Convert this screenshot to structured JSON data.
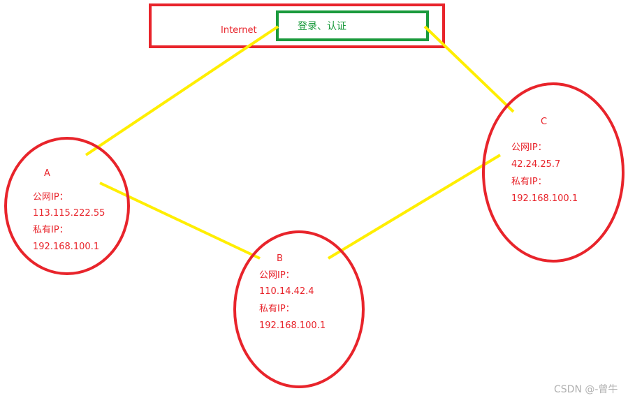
{
  "internet_box": {
    "label": "Internet",
    "auth_label": "登录、认证"
  },
  "nodes": [
    {
      "id": "A",
      "name": "A",
      "public_ip_label": "公网IP：",
      "public_ip": "113.115.222.55",
      "private_ip_label": "私有IP：",
      "private_ip": "192.168.100.1"
    },
    {
      "id": "B",
      "name": "B",
      "public_ip_label": "公网IP：",
      "public_ip": "110.14.42.4",
      "private_ip_label": "私有IP：",
      "private_ip": "192.168.100.1"
    },
    {
      "id": "C",
      "name": "C",
      "public_ip_label": "公网IP：",
      "public_ip": "42.24.25.7",
      "private_ip_label": "私有IP：",
      "private_ip": "192.168.100.1"
    }
  ],
  "colors": {
    "node_outline": "#e8242b",
    "internet_outline": "#e8242b",
    "auth_outline": "#1a9a3c",
    "connection": "#ffee00"
  },
  "watermark": "CSDN @-曾牛"
}
